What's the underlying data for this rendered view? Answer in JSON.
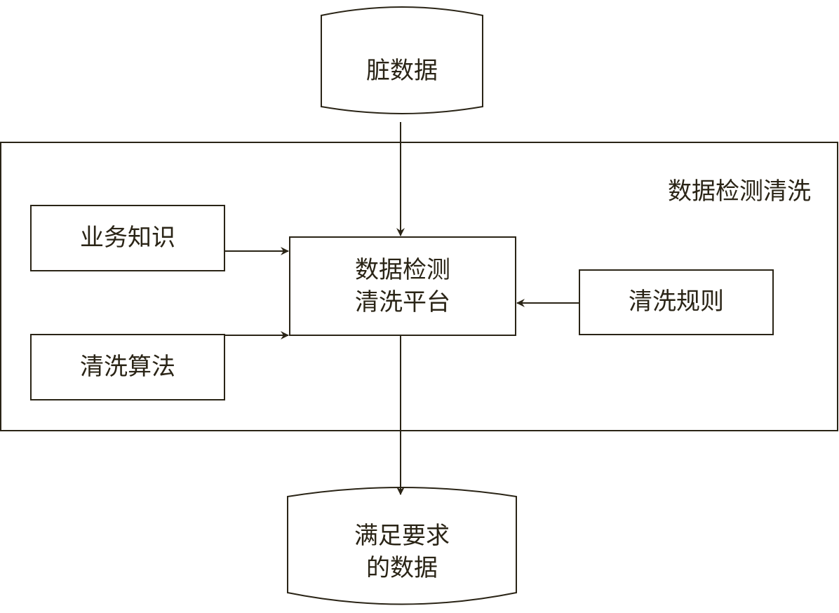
{
  "diagram": {
    "dirty_data": "脏数据",
    "group_title": "数据检测清洗",
    "business_knowledge": "业务知识",
    "cleaning_algorithm": "清洗算法",
    "platform_line1": "数据检测",
    "platform_line2": "清洗平台",
    "cleaning_rules": "清洗规则",
    "result_line1": "满足要求",
    "result_line2": "的数据"
  }
}
